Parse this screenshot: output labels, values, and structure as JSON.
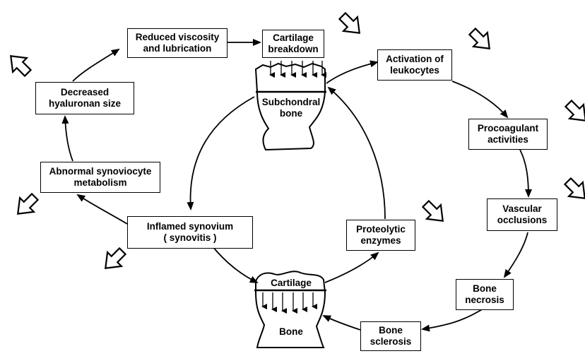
{
  "nodes": {
    "cartilage_breakdown": [
      "Cartilage",
      "breakdown"
    ],
    "activation_leukocytes": [
      "Activation of",
      "leukocytes"
    ],
    "procoagulant": [
      "Procoagulant",
      "activities"
    ],
    "vascular_occlusions": [
      "Vascular",
      "occlusions"
    ],
    "bone_necrosis": [
      "Bone",
      "necrosis"
    ],
    "bone_sclerosis": [
      "Bone",
      "sclerosis"
    ],
    "proteolytic_enzymes": [
      "Proteolytic",
      "enzymes"
    ],
    "inflamed_synovium": [
      "Inflamed synovium",
      "( synovitis )"
    ],
    "abnormal_synoviocyte": [
      "Abnormal synoviocyte",
      "metabolism"
    ],
    "decreased_hyaluronan": [
      "Decreased",
      "hyaluronan size"
    ],
    "reduced_viscosity": [
      "Reduced viscosity",
      "and lubrication"
    ]
  },
  "bone_labels": {
    "subchondral_bone": [
      "Subchondral",
      "bone"
    ],
    "cartilage": "Cartilage",
    "bone": "Bone"
  },
  "colors": {
    "stroke": "#000000",
    "background": "#ffffff"
  },
  "icons": [
    "hollow-arrow-icon"
  ]
}
